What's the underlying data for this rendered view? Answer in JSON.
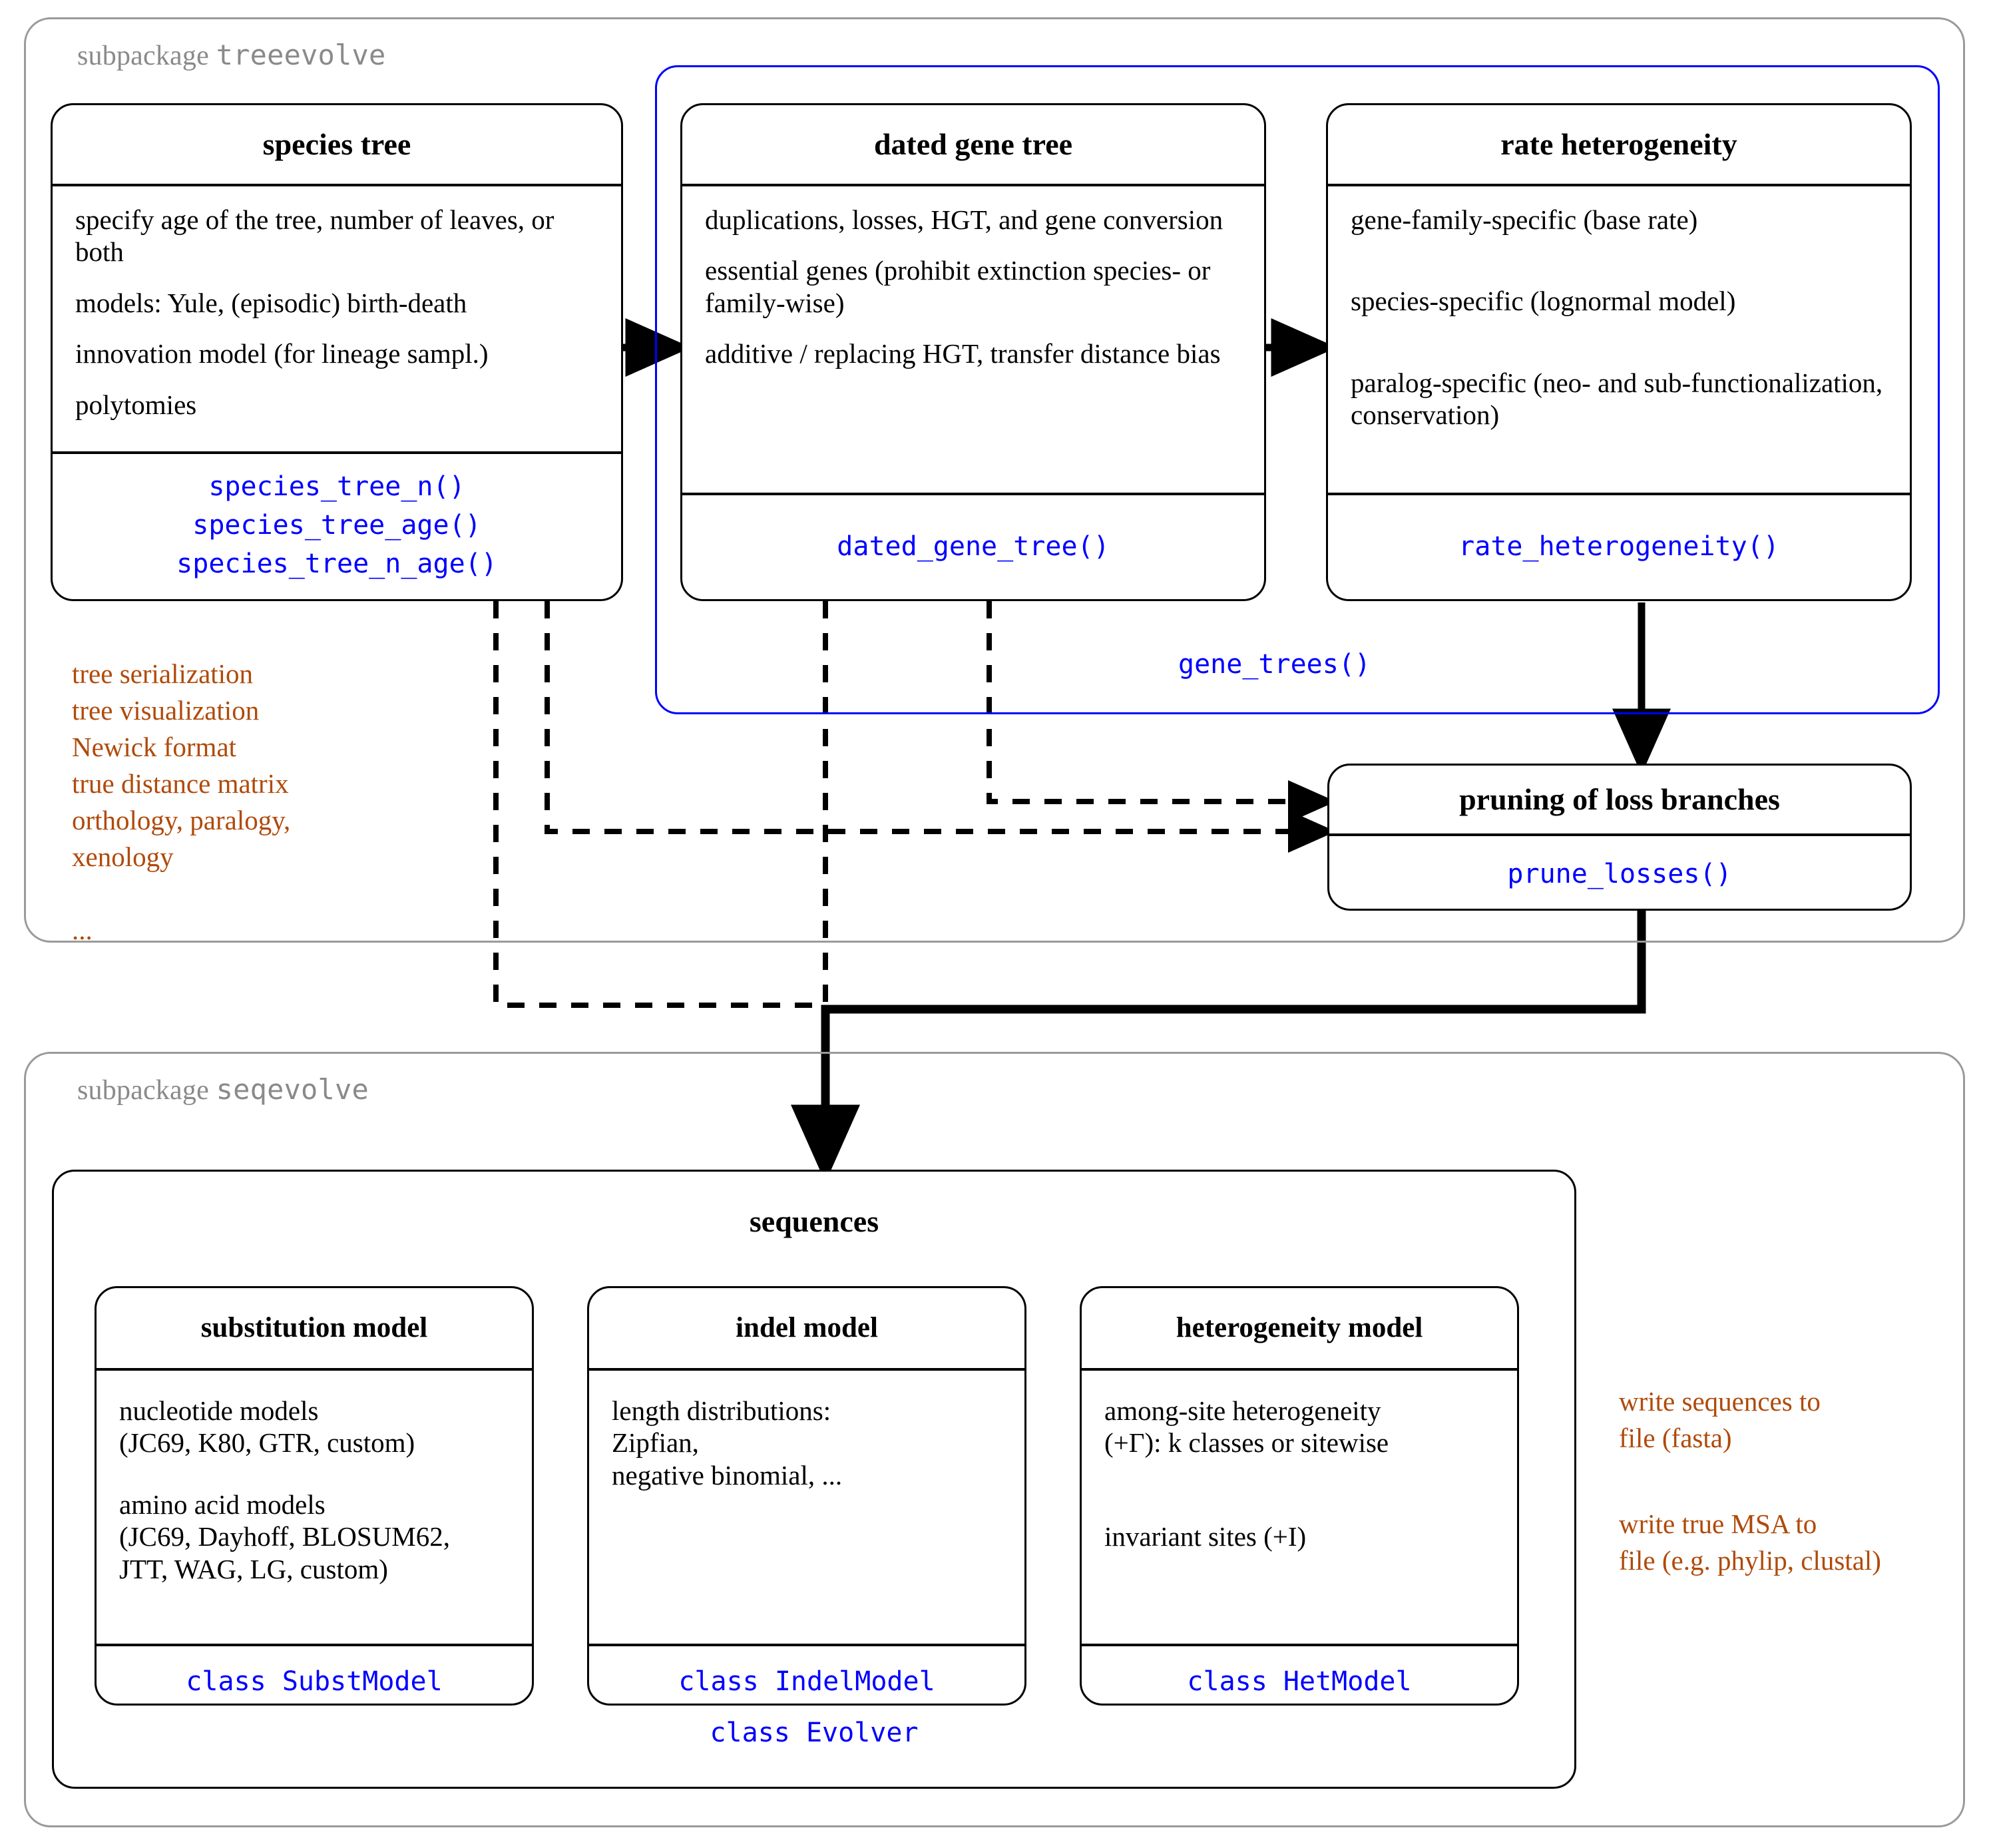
{
  "colors": {
    "accent_blue": "#0000ff",
    "note_orange": "#b04a0a",
    "package_grey": "#8a8a8a",
    "line_black": "#000000"
  },
  "packages": [
    {
      "label_prefix": "subpackage",
      "label_name": "treeevolve"
    },
    {
      "label_prefix": "subpackage",
      "label_name": "seqevolve"
    }
  ],
  "treeevolve": {
    "species_tree": {
      "title": "species tree",
      "attributes": [
        "specify age of the tree, number of leaves, or both",
        "models: Yule, (episodic) birth-death",
        "innovation model (for lineage sampl.)",
        "polytomies"
      ],
      "methods": [
        "species_tree_n()",
        "species_tree_age()",
        "species_tree_n_age()"
      ]
    },
    "dated_gene_tree": {
      "title": "dated gene tree",
      "attributes": [
        "duplications, losses, HGT, and gene conversion",
        "essential genes  (prohibit extinction species- or family-wise)",
        "additive / replacing HGT, transfer distance bias"
      ],
      "methods": [
        "dated_gene_tree()"
      ]
    },
    "rate_heterogeneity": {
      "title": "rate heterogeneity",
      "attributes": [
        "gene-family-specific (base rate)",
        "species-specific (lognormal model)",
        "paralog-specific (neo- and sub-functionalization, conservation)"
      ],
      "methods": [
        "rate_heterogeneity()"
      ]
    },
    "gene_trees_label": "gene_trees()",
    "pruning": {
      "title": "pruning of loss branches",
      "methods": [
        "prune_losses()"
      ]
    },
    "side_note": "tree  serialization\ntree visualization\nNewick format\ntrue distance matrix\northology, paralogy,\nxenology\n\n..."
  },
  "seqevolve": {
    "sequences": {
      "title": "sequences",
      "class_label": "class Evolver"
    },
    "substitution_model": {
      "title": "substitution model",
      "attributes": [
        "nucleotide models\n(JC69, K80, GTR, custom)",
        "amino acid models\n(JC69, Dayhoff, BLOSUM62,\nJTT, WAG, LG, custom)"
      ],
      "class_label": "class SubstModel"
    },
    "indel_model": {
      "title": "indel model",
      "attributes": [
        "length distributions:\nZipfian,\nnegative binomial, ..."
      ],
      "class_label": "class IndelModel"
    },
    "heterogeneity_model": {
      "title": "heterogeneity model",
      "attributes_html": [
        "among-site heterogeneity\n(+Γ): k classes or sitewise",
        "invariant sites (+I)"
      ],
      "class_label": "class HetModel"
    },
    "side_notes": [
      "write sequences to\nfile (fasta)",
      "write true MSA to\nfile (e.g. phylip, clustal)"
    ]
  }
}
